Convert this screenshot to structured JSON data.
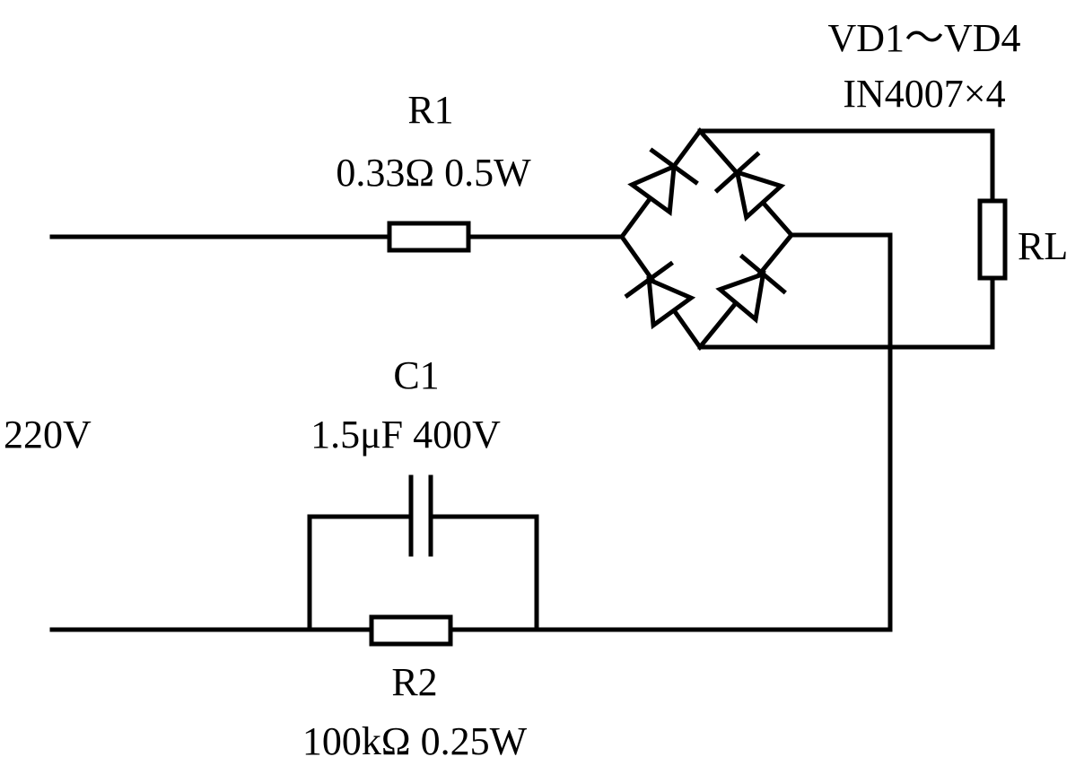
{
  "colors": {
    "ink": "#000000",
    "background": "#ffffff"
  },
  "components": {
    "r1": {
      "name": "R1",
      "value": "0.33Ω  0.5W"
    },
    "c1": {
      "name": "C1",
      "value": "1.5μF 400V"
    },
    "r2": {
      "name": "R2",
      "value": "100kΩ  0.25W"
    },
    "bridge": {
      "name": "VD1～VD4",
      "value": "IN4007×4"
    },
    "load": {
      "name": "RL"
    }
  },
  "source": {
    "voltage": "220V"
  }
}
